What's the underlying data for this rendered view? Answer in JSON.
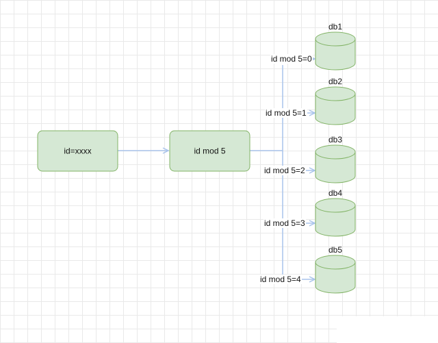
{
  "colors": {
    "node_fill": "#d5e8d4",
    "node_stroke": "#82b366",
    "edge_stroke": "#a9c4eb",
    "grid": "#e9e9e9"
  },
  "nodes": {
    "input": {
      "label": "id=xxxx"
    },
    "mod": {
      "label": "id mod 5"
    }
  },
  "databases": [
    {
      "name": "db1",
      "edge_label": "id mod 5=0"
    },
    {
      "name": "db2",
      "edge_label": "id mod 5=1"
    },
    {
      "name": "db3",
      "edge_label": "id mod 5=2"
    },
    {
      "name": "db4",
      "edge_label": "id mod 5=3"
    },
    {
      "name": "db5",
      "edge_label": "id mod 5=4"
    }
  ]
}
